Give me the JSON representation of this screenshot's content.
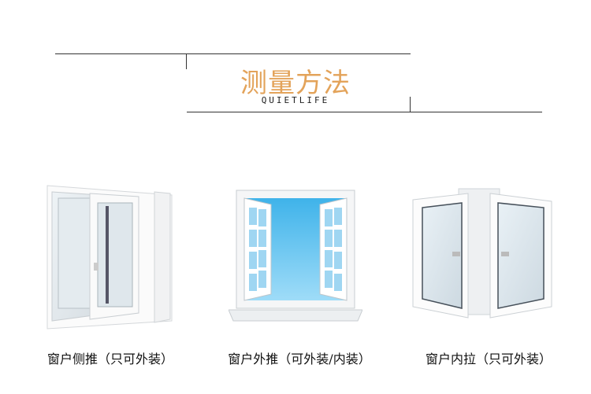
{
  "header": {
    "title": "测量方法",
    "subtitle": "QUIETLIFE"
  },
  "windows": [
    {
      "caption": "窗户侧推（只可外装）",
      "icon": "sliding-window-icon"
    },
    {
      "caption": "窗户外推（可外装/内装）",
      "icon": "outward-casement-window-icon"
    },
    {
      "caption": "窗户内拉（只可外装）",
      "icon": "inward-casement-window-icon"
    }
  ],
  "colors": {
    "accent": "#e3a35a",
    "sky": "#5fc3ef",
    "frame": "#f4f5f6"
  }
}
